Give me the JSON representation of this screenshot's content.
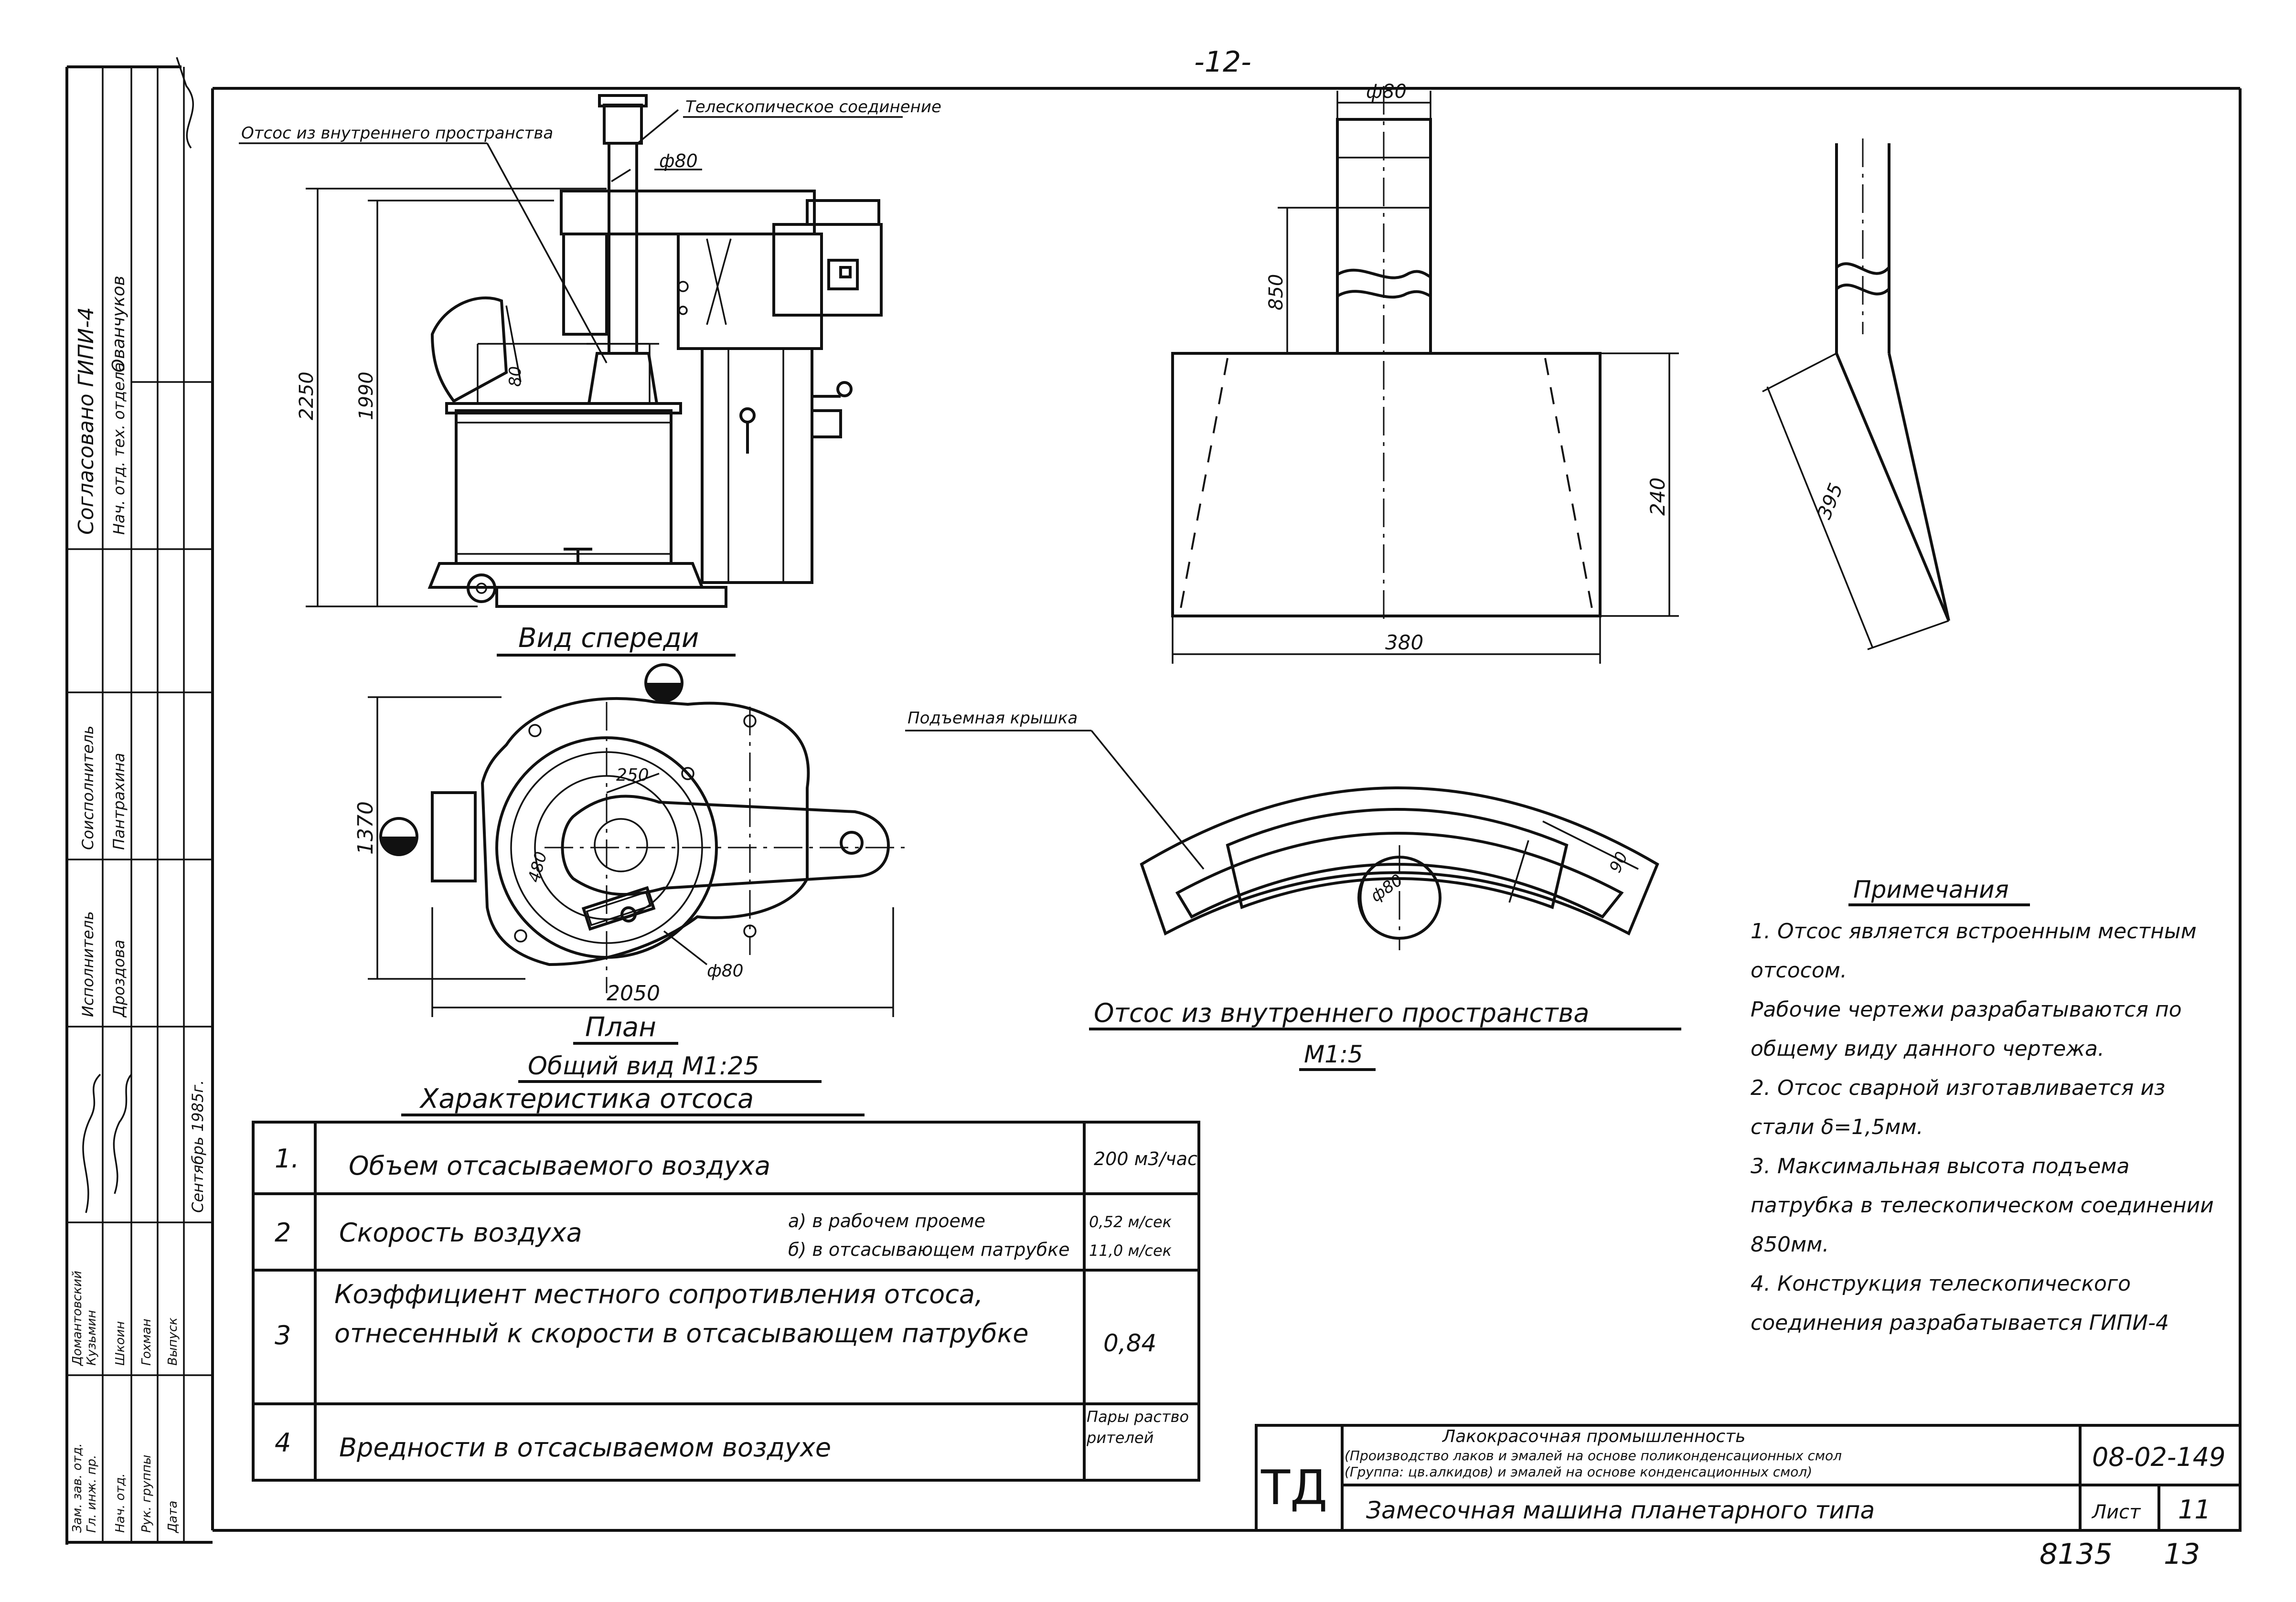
{
  "page": {
    "page_number": "-12-"
  },
  "side_stamp": {
    "approved": "Согласовано ГИПИ-4",
    "head_tech_dept_role": "Нач. отд. тех. отдела",
    "head_tech_dept_name": "Ованчуков",
    "performer_role": "Исполнитель",
    "performer_name": "Дроздова",
    "coexecutor_role": "Соисполнитель",
    "coexecutor_name": "Пантрахина",
    "roles": [
      "Зам. зав. отд.",
      "Гл. инж. пр.",
      "Нач. отд.",
      "Рук. группы",
      "Дата"
    ],
    "names": [
      "Домантовский",
      "Кузьмин",
      "Шкоин",
      "Гохман",
      "Выпуск"
    ],
    "date": "Сентябрь 1985г."
  },
  "front_view": {
    "title": "Вид спереди",
    "label_internal_suction": "Отсос из внутреннего пространства",
    "label_telescopic": "Телескопическое соединение",
    "dims": {
      "overall_height": "2250",
      "body_height": "1990",
      "gap": "80",
      "diameter": "ф80"
    }
  },
  "plan_view": {
    "title": "План",
    "subtitle": "Общий вид М1:25",
    "dims": {
      "height": "1370",
      "width": "2050",
      "r250": "250",
      "r480": "480",
      "diameter": "ф80"
    }
  },
  "pipe_front": {
    "dims": {
      "diameter": "ф80",
      "extension": "850",
      "height": "240",
      "width": "380"
    }
  },
  "pipe_side": {
    "dims": {
      "length": "395"
    }
  },
  "suction_detail": {
    "label_lid": "Подъемная крышка",
    "dims": {
      "diameter": "ф80",
      "width": "90"
    },
    "title": "Отсос из внутреннего пространства",
    "scale": "М1:5"
  },
  "characteristics": {
    "title": "Характеристика отсоса",
    "rows": [
      {
        "num": "1.",
        "desc": "Объем отсасываемого воздуха",
        "value": "200 м3/час"
      },
      {
        "num": "2",
        "desc": "Скорость воздуха",
        "sub_a": "а) в рабочем проеме",
        "sub_b": "б) в отсасывающем патрубке",
        "value_a": "0,52 м/сек",
        "value_b": "11,0 м/сек"
      },
      {
        "num": "3",
        "desc": "Коэффициент местного сопротивления отсоса, отнесенный к скорости в отсасывающем патрубке",
        "value": "0,84"
      },
      {
        "num": "4",
        "desc": "Вредности в отсасываемом воздухе",
        "value": "Пары растворителей"
      }
    ]
  },
  "notes": {
    "title": "Примечания",
    "items": [
      "1. Отсос является встроенным местным отсосом.",
      "Рабочие чертежи разрабатываются по общему виду данного чертежа.",
      "2. Отсос сварной изготавливается из стали δ=1,5мм.",
      "3. Максимальная высота подъема патрубка в телескопическом соединении 850мм.",
      "4. Конструкция телескопического соединения разрабатывается ГИПИ-4"
    ]
  },
  "title_block": {
    "td": "ТД",
    "industry": "Лакокрасочная промышленность",
    "subtitle_1": "(Производство лаков и эмалей на основе поликонденсационных смол",
    "subtitle_2": "(Группа: цв.алкидов) и эмалей на основе конденсационных смол)",
    "code": "08-02-149",
    "drawing_name": "Замесочная машина планетарного типа",
    "sheet_label": "Лист",
    "sheet_no": "11",
    "archive_no": "8135",
    "archive_page": "13"
  }
}
